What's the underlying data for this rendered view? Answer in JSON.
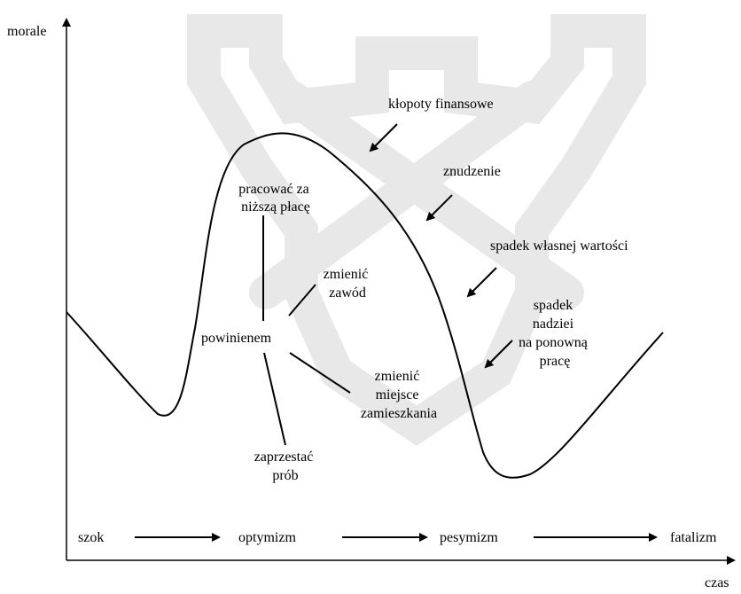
{
  "axes": {
    "y_label": "morale",
    "x_label": "czas"
  },
  "phases": [
    "szok",
    "optymizm",
    "pesymizm",
    "fatalizm"
  ],
  "center_label": "powinienem",
  "options": [
    {
      "lines": [
        "pracować za",
        "niższą płacę"
      ]
    },
    {
      "lines": [
        "zmienić",
        "zawód"
      ]
    },
    {
      "lines": [
        "zmienić",
        "miejsce",
        "zamieszkania"
      ]
    },
    {
      "lines": [
        "zaprzestać",
        "prób"
      ]
    }
  ],
  "decline_factors": [
    {
      "lines": [
        "kłopoty finansowe"
      ]
    },
    {
      "lines": [
        "znudzenie"
      ]
    },
    {
      "lines": [
        "spadek własnej wartości"
      ]
    },
    {
      "lines": [
        "spadek",
        "nadziei",
        "na ponowną",
        "pracę"
      ]
    }
  ]
}
